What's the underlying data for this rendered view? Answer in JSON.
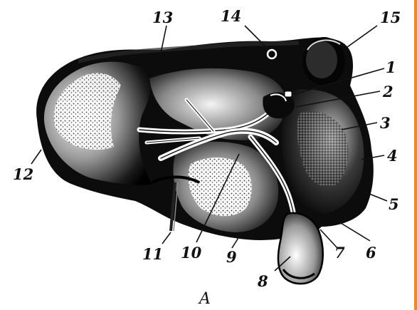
{
  "figure": {
    "caption": "A",
    "subject": "liver-visceral-surface-illustration",
    "labels": [
      {
        "id": "label-1",
        "text": "1"
      },
      {
        "id": "label-2",
        "text": "2"
      },
      {
        "id": "label-3",
        "text": "3"
      },
      {
        "id": "label-4",
        "text": "4"
      },
      {
        "id": "label-5",
        "text": "5"
      },
      {
        "id": "label-6",
        "text": "6"
      },
      {
        "id": "label-7",
        "text": "7"
      },
      {
        "id": "label-8",
        "text": "8"
      },
      {
        "id": "label-9",
        "text": "9"
      },
      {
        "id": "label-10",
        "text": "10"
      },
      {
        "id": "label-11",
        "text": "11"
      },
      {
        "id": "label-12",
        "text": "12"
      },
      {
        "id": "label-13",
        "text": "13"
      },
      {
        "id": "label-14",
        "text": "14"
      },
      {
        "id": "label-15",
        "text": "15"
      }
    ]
  },
  "colors": {
    "ink": "#111111",
    "paper": "#ffffff",
    "accent_border": "#f08a1e"
  }
}
